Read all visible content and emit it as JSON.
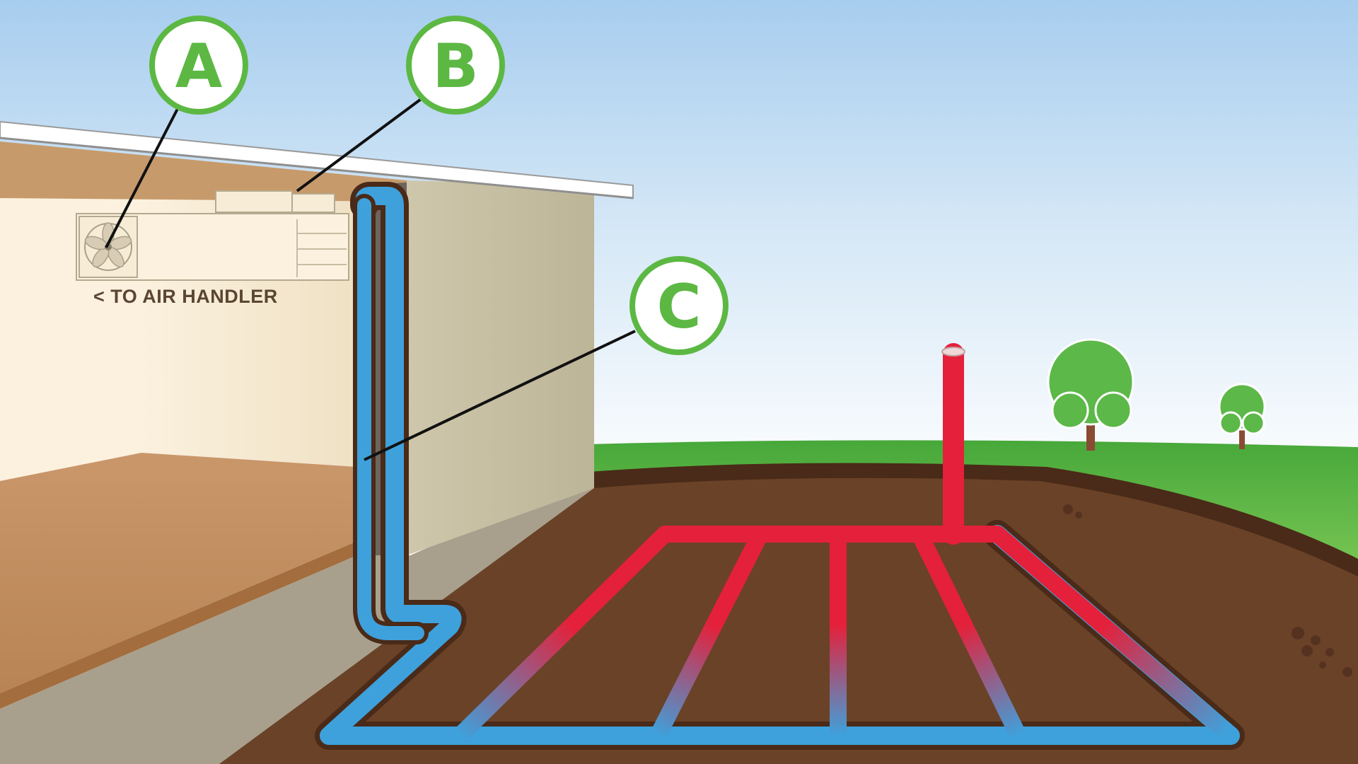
{
  "diagram": {
    "callouts": [
      {
        "id": "a",
        "letter": "A"
      },
      {
        "id": "b",
        "letter": "B"
      },
      {
        "id": "c",
        "letter": "C"
      }
    ],
    "air_handler_caption": "< TO AIR HANDLER"
  },
  "colors": {
    "sky_top": "#a9cfee",
    "sky_bottom": "#ffffff",
    "grass": "#4cab3c",
    "soil": "#6a4227",
    "soil_dark": "#4a2a18",
    "loop_supply": "#e5203a",
    "loop_return": "#3ea1dc",
    "callout_ring": "#5cb843",
    "callout_text": "#5cb843",
    "leader_line": "#111111",
    "wall": "#c9c1a6",
    "interior_wall": "#f6ead2",
    "floor": "#be8d5e",
    "roof_trim": "#ffffff",
    "caption_text": "#5a4632"
  },
  "icons": {
    "fan": "fan-icon",
    "tree": "tree-icon"
  }
}
